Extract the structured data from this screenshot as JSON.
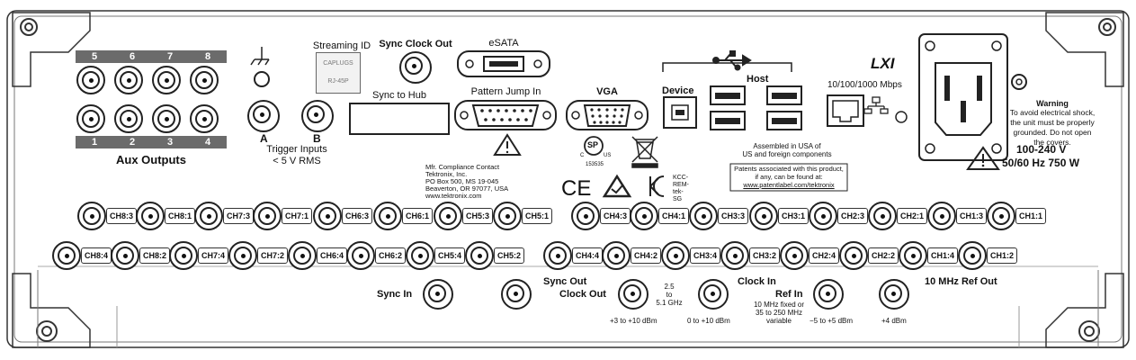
{
  "aux": {
    "top_numbers": [
      "5",
      "6",
      "7",
      "8"
    ],
    "bottom_numbers": [
      "1",
      "2",
      "3",
      "4"
    ],
    "label": "Aux Outputs"
  },
  "trigger": {
    "a_label": "A",
    "b_label": "B",
    "label_line1": "Trigger Inputs",
    "label_line2": "< 5 V RMS"
  },
  "streaming": {
    "title": "Streaming ID",
    "plug_text1": "CAPLUGS",
    "plug_text2": "RJ-45P"
  },
  "sync_clock_out": "Sync Clock Out",
  "sync_to_hub": "Sync to Hub",
  "esata": "eSATA",
  "pattern_jump_in": "Pattern Jump In",
  "vga": "VGA",
  "usb": {
    "device_label": "Device",
    "host_label": "Host"
  },
  "lan": {
    "logo": "LXI",
    "speed": "10/100/1000 Mbps"
  },
  "warning": {
    "title": "Warning",
    "line1": "To avoid electrical shock,",
    "line2": "the unit must be properly",
    "line3": "grounded.  Do not open",
    "line4": "the covers."
  },
  "power": {
    "voltage": "100-240 V",
    "freq_power": "50/60 Hz 750 W"
  },
  "csa": {
    "mark": "SP",
    "c": "C",
    "us": "US",
    "number": "153535"
  },
  "assembled": {
    "line1": "Assembled in USA of",
    "line2": "US and foreign components"
  },
  "patents": {
    "line1": "Patents associated with this product,",
    "line2": "if any, can be found at:",
    "url": "www.patentlabel.com/tektronix"
  },
  "compliance": {
    "line1": "Mfr. Compliance Contact",
    "line2": "Tektronix, Inc.",
    "line3": "PO Box 500, MS 19-045",
    "line4": "Beaverton, OR 97077, USA",
    "line5": "www.tektronix.com"
  },
  "marks": {
    "ce": "CE",
    "kcc_line1": "KCC-",
    "kcc_line2": "REM-",
    "kcc_line3": "tek-",
    "kcc_line4": "SG"
  },
  "channels_row1": [
    "CH8:3",
    "CH8:1",
    "CH7:3",
    "CH7:1",
    "CH6:3",
    "CH6:1",
    "CH5:3",
    "CH5:1",
    "CH4:3",
    "CH4:1",
    "CH3:3",
    "CH3:1",
    "CH2:3",
    "CH2:1",
    "CH1:3",
    "CH1:1"
  ],
  "channels_row2": [
    "CH8:4",
    "CH8:2",
    "CH7:4",
    "CH7:2",
    "CH6:4",
    "CH6:2",
    "CH5:4",
    "CH5:2",
    "CH4:4",
    "CH4:2",
    "CH3:4",
    "CH3:2",
    "CH2:4",
    "CH2:2",
    "CH1:4",
    "CH1:2"
  ],
  "bottom": {
    "sync_in": "Sync In",
    "sync_out": "Sync Out",
    "clock_out": "Clock Out",
    "clock_out_range": "+3 to +10 dBm",
    "clock_freq_line1": "2.5",
    "clock_freq_line2": "to",
    "clock_freq_line3": "5.1 GHz",
    "clock_in": "Clock In",
    "clock_in_range": "0 to +10 dBm",
    "ref_in": "Ref In",
    "ref_in_line1": "10 MHz fixed or",
    "ref_in_line2": "35 to 250 MHz",
    "ref_in_line3": "variable",
    "ref_in_range": "−5 to +5 dBm",
    "ref_out": "10 MHz Ref Out",
    "ref_out_range": "+4 dBm"
  }
}
